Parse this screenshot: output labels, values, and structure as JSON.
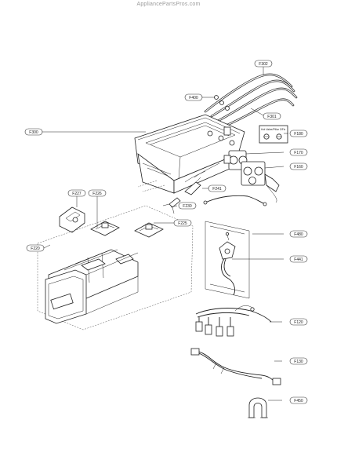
{
  "watermark": "AppliancePartsPros.com",
  "callouts": {
    "f302": "F302",
    "f400": "F400",
    "f301": "F301",
    "f300": "F300",
    "f180": "F180",
    "f170": "F170",
    "f160": "F160",
    "f241": "F241",
    "f227": "F227",
    "f226": "F226",
    "f230": "F230",
    "f225": "F225",
    "f220": "F220",
    "f480": "F480",
    "f441": "F441",
    "f120": "F120",
    "f130": "F130",
    "f450": "F450"
  },
  "valve_tag": "Hot Valve/Pillar 3/Fix"
}
